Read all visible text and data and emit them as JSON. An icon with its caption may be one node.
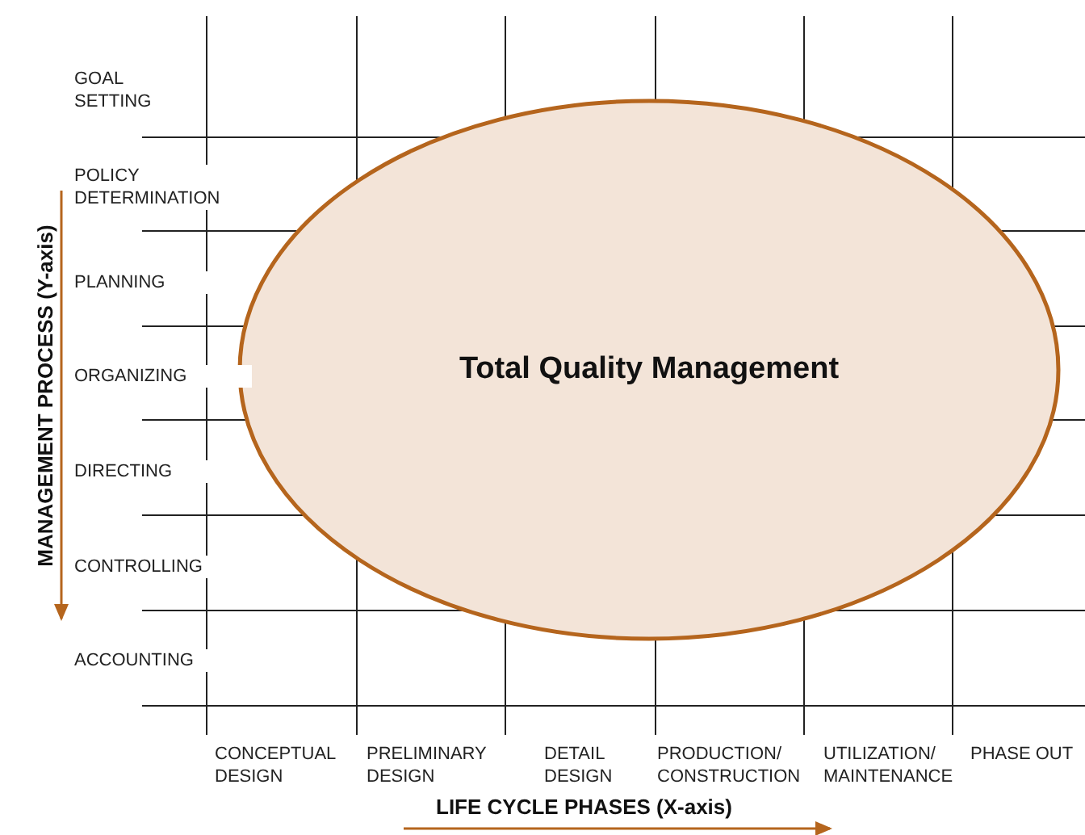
{
  "diagram": {
    "nodes": [
      {
        "text": [
          "Total Quality Management"
        ]
      }
    ],
    "labels": [
      "GOAL SETTING",
      "POLICY DETERMINATION",
      "PLANNING",
      "ORGANIZING",
      "DIRECTING",
      "CONTROLLING",
      "ACCOUNTING",
      "MANAGEMENT PROCESS (Y-axis)",
      "CONCEPTUAL DESIGN",
      "PRELIMINARY DESIGN",
      "DETAIL DESIGN",
      "PRODUCTION/ CONSTRUCTION",
      "UTILIZATION/ MAINTENANCE",
      "PHASE OUT",
      "LIFE CYCLE PHASES (X-axis)"
    ]
  }
}
